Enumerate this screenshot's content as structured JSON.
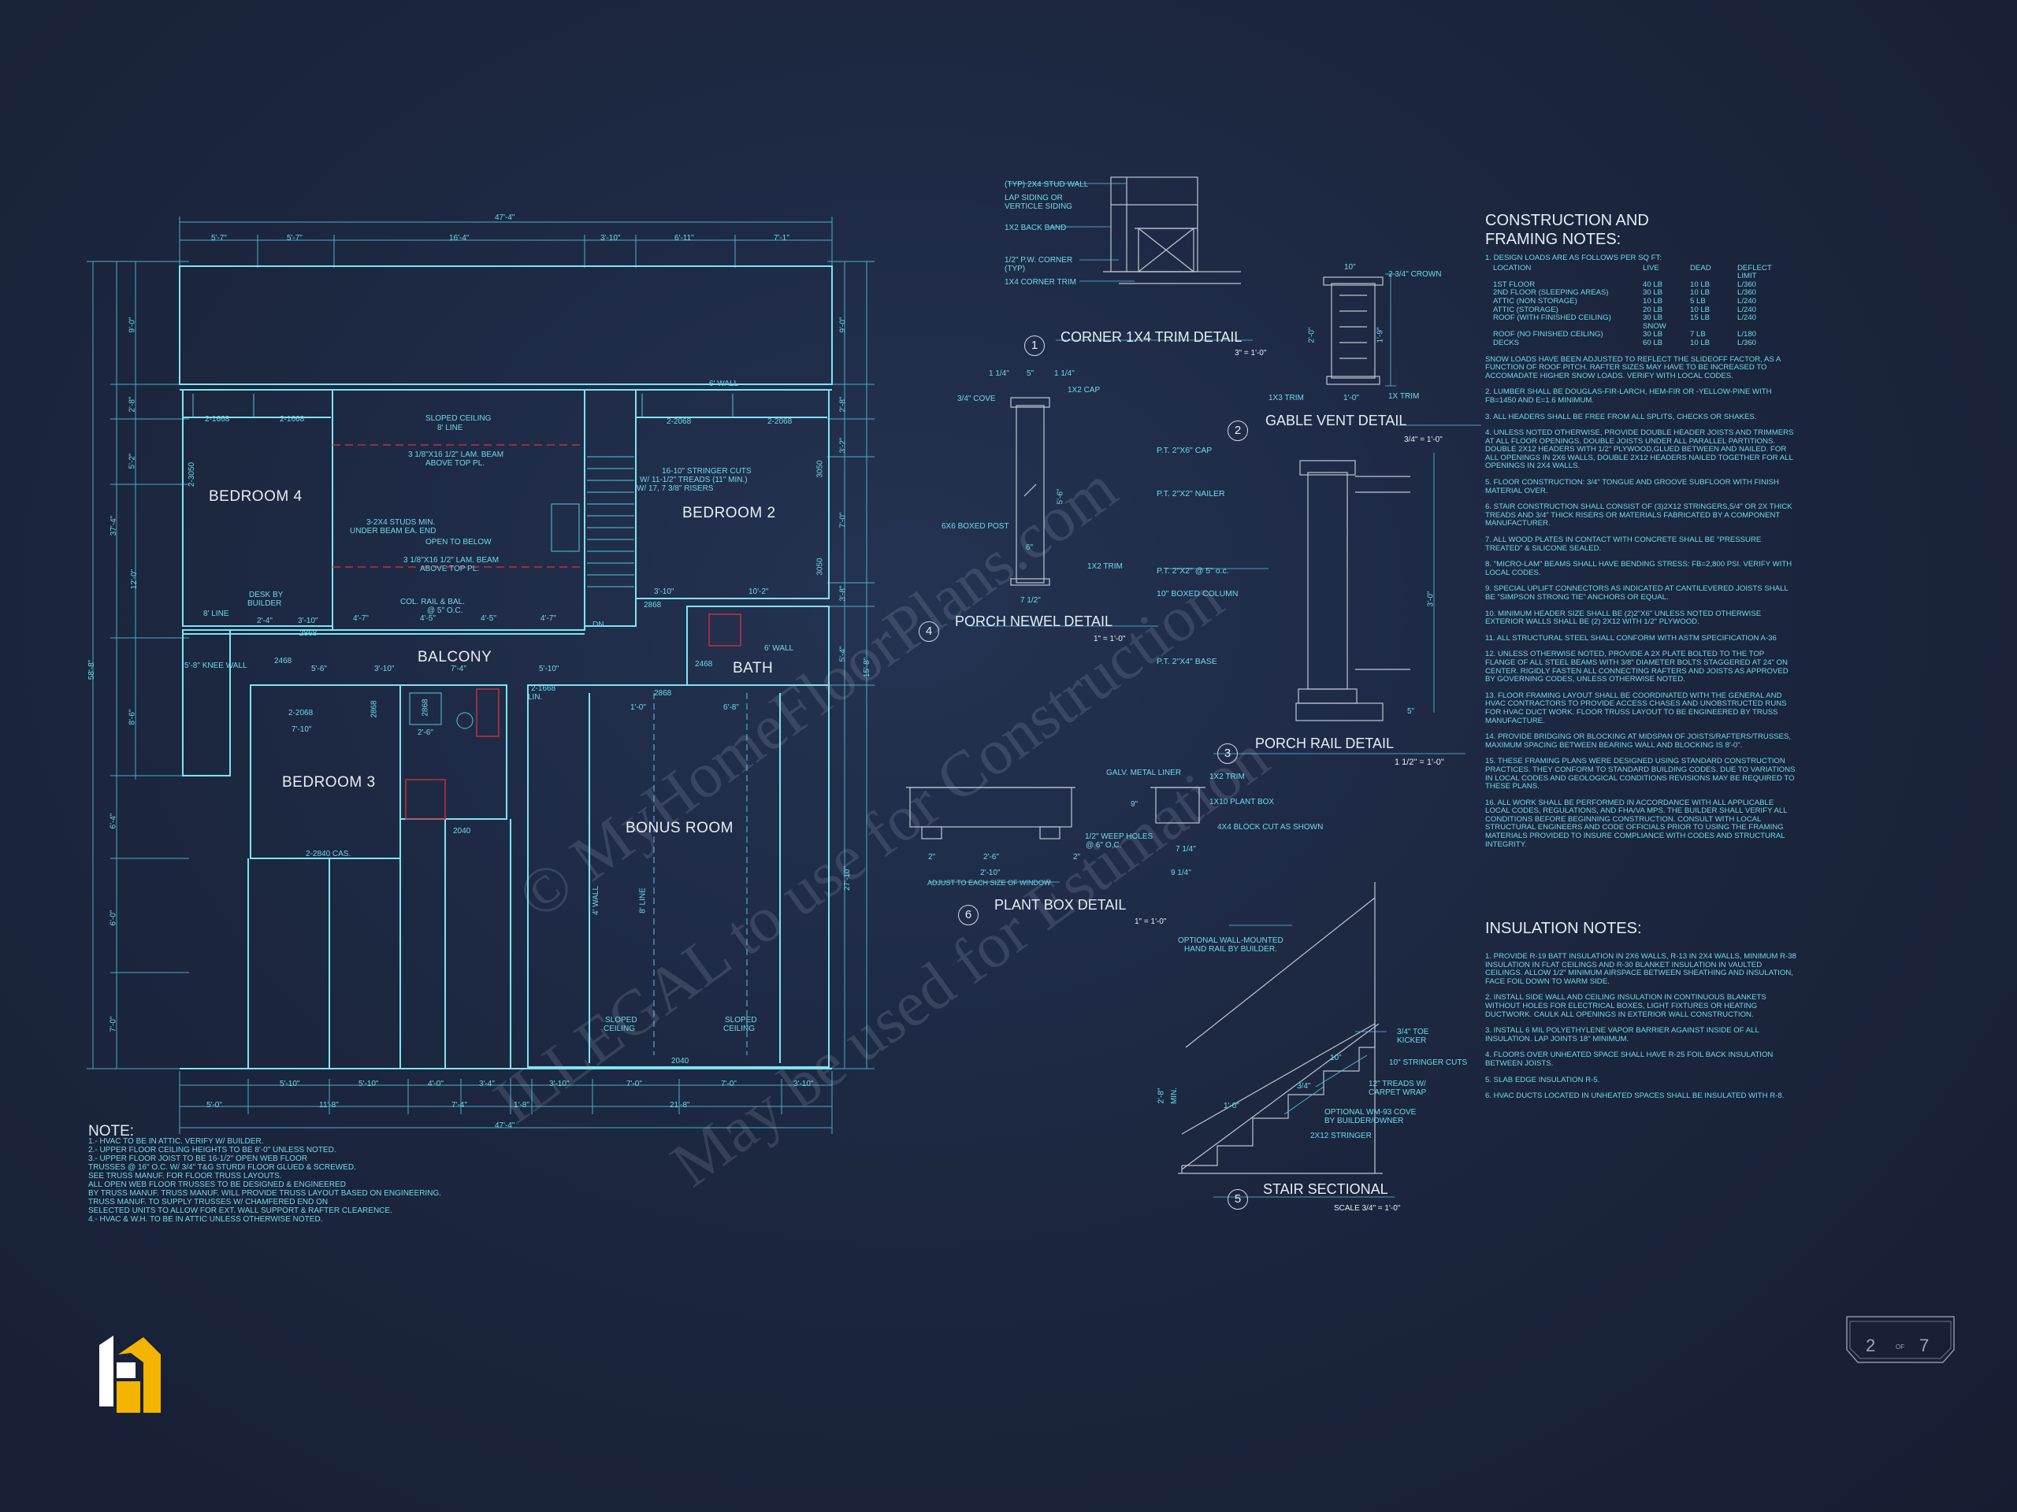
{
  "rooms": {
    "bedroom4": "BEDROOM 4",
    "bedroom2": "BEDROOM 2",
    "bedroom3": "BEDROOM 3",
    "balcony": "BALCONY",
    "bath": "BATH",
    "bonus": "BONUS ROOM"
  },
  "plan_labels": {
    "overall_top": "47'-4\"",
    "overall_bottom": "47'-4\"",
    "top_dims": [
      "5'-7\"",
      "5'-7\"",
      "16'-4\"",
      "3'-10\"",
      "6'-11\"",
      "7'-1\""
    ],
    "bottom_dims1": [
      "5'-10\"",
      "5'-10\"",
      "4'-0\"",
      "3'-4\"",
      "3'-10\"",
      "7'-0\"",
      "7'-0\"",
      "3'-10\""
    ],
    "bottom_dims2": [
      "5'-0\"",
      "11'-8\"",
      "7'-4\"",
      "1'-8\"",
      "21'-8\""
    ],
    "left_dims": [
      "9'-0\"",
      "2'-8\"",
      "5'-2\"",
      "12'-0\"",
      "8'-6\"",
      "6'-4\"",
      "6'-0\"",
      "7'-0\""
    ],
    "left_overall": "37'-4\"",
    "left_outer": "58'-8\"",
    "right_dims": [
      "9'-0\"",
      "2'-8\"",
      "3'-2\"",
      "7'-0\"",
      "3'-8\"",
      "5'-4\""
    ],
    "right_overall": "15'-8\"",
    "right_outer": "27'-10\"",
    "six_wall": "6' WALL",
    "sloped_ceiling_top": "SLOPED CEILING",
    "eight_line": "8' LINE",
    "beam1": "3 1/8\"X16 1/2\" LAM. BEAM",
    "beam1b": "ABOVE TOP PL.",
    "studs": "3-2X4 STUDS MIN.",
    "studs2": "UNDER BEAM EA. END",
    "open_below": "OPEN TO BELOW",
    "beam2": "3 1/8\"X16 1/2\" LAM. BEAM",
    "beam2b": "ABOVE TOP PL.",
    "stringer1": "16-10\" STRINGER CUTS",
    "stringer2": "W/ 11-1/2\" TREADS (11\" MIN.)",
    "stringer3": "W/ 17, 7 3/8\" RISERS",
    "desk": "DESK BY",
    "desk2": "BUILDER",
    "col_rail": "COL. RAIL & BAL.",
    "col_rail2": "@ 5\" O.C.",
    "knee_wall": "5'-8\" KNEE WALL",
    "eight_line2": "8' LINE",
    "dn": "DN",
    "door_a": "2-1668",
    "door_b": "2-1668",
    "door_c": "2-2068",
    "door_d": "2-2068",
    "door_e": "2-3050",
    "door_f": "3050",
    "door_g": "3050",
    "door_h": "2868",
    "door_i": "2868",
    "door_j": "2468",
    "door_k": "2468",
    "door_l": "2-1668",
    "door_m": "2868",
    "door_n": "2-2068",
    "door_o": "2868",
    "door_p": "2868",
    "door_q": "2040",
    "door_r": "2040",
    "cas": "2-2840 CAS.",
    "lin": "LIN.",
    "six_wall2": "6' WALL",
    "four_wall": "4' WALL",
    "eight_line3": "8' LINE",
    "sloped1": "SLOPED",
    "sloped1b": "CEILING",
    "sloped2": "SLOPED",
    "sloped2b": "CEILING",
    "dims_misc": [
      "10'-2\"",
      "3'-10\"",
      "7'-4\"",
      "5'-6\"",
      "3'-10\"",
      "5'-10\"",
      "2'-4\"",
      "3'-10\"",
      "4'-7\"",
      "4'-5\"",
      "4'-5\"",
      "4'-7\"",
      "1'-0\"",
      "6'-8\"",
      "7'-10\"",
      "2'-6\""
    ]
  },
  "details": {
    "d1": {
      "num": "1",
      "title": "CORNER 1X4 TRIM DETAIL",
      "scale": "3\" = 1'-0\"",
      "labels": [
        "(TYP) 2X4 STUD WALL",
        "LAP SIDING OR",
        "VERTICLE SIDING",
        "1X2 BACK BAND",
        "1/2\" P.W. CORNER",
        "(TYP)",
        "1X4 CORNER TRIM"
      ]
    },
    "d2": {
      "num": "2",
      "title": "GABLE VENT DETAIL",
      "scale": "3/4\" = 1'-0\"",
      "labels": [
        "10\"",
        "2 3/4\" CROWN",
        "2'-0\"",
        "1'-9\"",
        "1X3 TRIM",
        "1'-0\"",
        "1X TRIM"
      ]
    },
    "d3": {
      "num": "3",
      "title": "PORCH RAIL DETAIL",
      "scale": "1 1/2\" = 1'-0\"",
      "labels": [
        "P.T. 2\"X6\" CAP",
        "P.T. 2\"X2\" NAILER",
        "P.T. 2\"X2\" @ 5\" o.c.",
        "10\" BOXED COLUMN",
        "P.T. 2\"X4\" BASE",
        "3'-0\"",
        "5\""
      ]
    },
    "d4": {
      "num": "4",
      "title": "PORCH NEWEL DETAIL",
      "scale": "1\" = 1'-0\"",
      "labels": [
        "1 1/4\"",
        "5\"",
        "1 1/4\"",
        "1X2 CAP",
        "3/4\" COVE",
        "6X6 BOXED POST",
        "1X2 TRIM",
        "7 1/2\"",
        "6\"",
        "5'-6\""
      ]
    },
    "d5": {
      "num": "5",
      "title": "STAIR SECTIONAL",
      "scale": "SCALE  3/4\" = 1'-0\"",
      "labels": [
        "OPTIONAL WALL-MOUNTED",
        "HAND RAIL BY BUILDER.",
        "3/4\" TOE",
        "KICKER",
        "10\" STRINGER CUTS",
        "10\"",
        "12\" TREADS W/",
        "CARPET WRAP",
        "OPTIONAL WM-93 COVE",
        "BY BUILDER/OWNER",
        "2X12 STRINGER",
        "1'-0\"",
        "3/4\"",
        "2'-8\"",
        "MIN."
      ]
    },
    "d6": {
      "num": "6",
      "title": "PLANT BOX DETAIL",
      "scale": "1\" = 1'-0\"",
      "labels": [
        "GALV. METAL LINER",
        "1X2 TRIM",
        "1X10 PLANT BOX",
        "4X4 BLOCK CUT AS SHOWN",
        "1/2\" WEEP HOLES",
        "@ 6\" O.C.",
        "9\"",
        "7 1/4\"",
        "9 1/4\"",
        "2\"",
        "2'-6\"",
        "2\"",
        "2'-10\"",
        "ADJUST TO EACH SIZE OF WINDOW"
      ]
    }
  },
  "construction": {
    "heading1": "CONSTRUCTION AND",
    "heading2": "FRAMING NOTES:",
    "loads_intro": "1. DESIGN LOADS ARE AS FOLLOWS PER SQ FT:",
    "loads_header": [
      "LOCATION",
      "LIVE",
      "DEAD",
      "DEFLECT LIMIT"
    ],
    "loads_rows": [
      [
        "1ST FLOOR",
        "40 LB",
        "10 LB",
        "L/360"
      ],
      [
        "2ND FLOOR (SLEEPING AREAS)",
        "30 LB",
        "10 LB",
        "L/360"
      ],
      [
        "ATTIC (NON STORAGE)",
        "10 LB",
        "5 LB",
        "L/240"
      ],
      [
        "ATTIC (STORAGE)",
        "20 LB",
        "10 LB",
        "L/240"
      ],
      [
        "ROOF (WITH FINISHED CEILING)",
        "30 LB SNOW",
        "15 LB",
        "L/240"
      ],
      [
        "ROOF (NO FINISHED CEILING)",
        "30 LB",
        "7 LB",
        "L/180"
      ],
      [
        "DECKS",
        "60 LB",
        "10 LB",
        "L/360"
      ]
    ],
    "notes": [
      "SNOW LOADS HAVE BEEN ADJUSTED TO REFLECT THE SLIDEOFF FACTOR, AS A FUNCTION OF ROOF PITCH. RAFTER SIZES MAY HAVE TO BE INCREASED TO ACCOMADATE HIGHER SNOW LOADS. VERIFY WITH LOCAL CODES.",
      "2. LUMBER SHALL BE DOUGLAS-FIR-LARCH, HEM-FIR OR -YELLOW-PINE WITH FB=1450 AND E=1.6 MINIMUM.",
      "3. ALL HEADERS SHALL BE FREE FROM ALL SPLITS, CHECKS OR SHAKES.",
      "4. UNLESS NOTED OTHERWISE, PROVIDE DOUBLE HEADER JOISTS AND TRIMMERS AT ALL FLOOR OPENINGS. DOUBLE JOISTS UNDER ALL PARALLEL PARTITIONS. DOUBLE 2X12 HEADERS WITH 1/2\" PLYWOOD,GLUED BETWEEN AND NAILED. FOR ALL OPENINGS IN 2X6 WALLS, DOUBLE 2X12 HEADERS NAILED TOGETHER FOR ALL OPENINGS IN 2X4 WALLS.",
      "5. FLOOR CONSTRUCTION: 3/4\" TONGUE AND GROOVE SUBFLOOR WITH FINISH MATERIAL OVER.",
      "6. STAIR CONSTRUCTION SHALL CONSIST OF (3)2X12 STRINGERS,5/4\" OR 2X THICK TREADS AND 3/4\" THICK RISERS OR MATERIALS FABRICATED BY A COMPONENT MANUFACTURER.",
      "7. ALL WOOD PLATES IN CONTACT WITH CONCRETE SHALL BE \"PRESSURE TREATED\" & SILICONE SEALED.",
      "8. \"MICRO-LAM\" BEAMS SHALL HAVE BENDING STRESS: FB=2,800 PSI. VERIFY WITH LOCAL CODES.",
      "9. SPECIAL UPLIFT CONNECTORS AS INDICATED AT CANTILEVERED JOISTS SHALL BE \"SIMPSON STRONG TIE\" ANCHORS OR EQUAL.",
      "10. MINIMUM HEADER SIZE SHALL BE (2)2\"X6\" UNLESS NOTED OTHERWISE EXTERIOR WALLS SHALL BE (2) 2X12 WITH 1/2\" PLYWOOD.",
      "11. ALL STRUCTURAL STEEL SHALL CONFORM WITH ASTM SPECIFICATION A-36",
      "12. UNLESS OTHERWISE NOTED, PROVIDE A 2X PLATE BOLTED TO THE TOP FLANGE OF ALL STEEL BEAMS WITH 3/8\" DIAMETER BOLTS STAGGERED AT 24\" ON CENTER. RIGIDLY FASTEN ALL CONNECTING RAFTERS AND JOISTS AS APPROVED BY GOVERNING CODES, UNLESS OTHERWISE NOTED.",
      "13. FLOOR FRAMING LAYOUT SHALL BE COORDINATED WITH THE GENERAL AND HVAC CONTRACTORS TO PROVIDE ACCESS CHASES AND UNOBSTRUCTED RUNS FOR HVAC DUCT WORK. FLOOR TRUSS LAYOUT TO BE ENGINEERED BY TRUSS MANUFACTURE.",
      "14. PROVIDE BRIDGING OR BLOCKING AT MIDSPAN OF JOISTS/RAFTERS/TRUSSES, MAXIMUM SPACING BETWEEN BEARING WALL AND BLOCKING IS 8'-0\".",
      "15. THESE FRAMING PLANS WERE DESIGNED USING STANDARD CONSTRUCTION PRACTICES. THEY CONFORM TO STANDARD BUILDING CODES. DUE TO VARIATIONS IN LOCAL CODES AND GEOLOGICAL CONDITIONS REVISIONS MAY BE REQUIRED TO THESE PLANS.",
      "16. ALL WORK SHALL BE PERFORMED IN ACCORDANCE WITH ALL APPLICABLE LOCAL CODES, REGULATIONS, AND FHA/VA MPS. THE BUILDER SHALL VERIFY ALL CONDITIONS BEFORE BEGINNING CONSTRUCTION. CONSULT WITH LOCAL STRUCTURAL ENGINEERS AND CODE OFFICIALS PRIOR TO USING THE FRAMING MATERIALS PROVIDED TO INSURE COMPLIANCE WITH CODES AND STRUCTURAL INTEGRITY."
    ]
  },
  "insulation": {
    "heading": "INSULATION NOTES:",
    "notes": [
      "1. PROVIDE R-19 BATT INSULATION IN 2X6 WALLS, R-13 IN 2X4 WALLS, MINIMUM R-38 INSULATION IN FLAT CEILINGS AND R-30 BLANKET INSULATION IN VAULTED CEILINGS. ALLOW 1/2\" MINIMUM AIRSPACE BETWEEN SHEATHING AND INSULATION, FACE FOIL DOWN TO WARM SIDE.",
      "2. INSTALL SIDE WALL AND CEILING INSULATION IN CONTINUOUS BLANKETS  WITHOUT HOLES FOR ELECTRICAL BOXES, LIGHT FIXTURES OR HEATING DUCTWORK. CAULK ALL OPENINGS IN EXTERIOR WALL CONSTRUCTION.",
      "3. INSTALL 6 MIL POLYETHYLENE VAPOR BARRIER AGAINST INSIDE OF ALL INSULATION. LAP JOINTS 18\" MINIMUM.",
      "4. FLOORS OVER UNHEATED SPACE SHALL HAVE R-25 FOIL BACK INSULATION BETWEEN JOISTS.",
      "5. SLAB EDGE INSULATION R-5.",
      "6. HVAC DUCTS LOCATED IN UNHEATED SPACES SHALL BE INSULATED WITH R-8."
    ]
  },
  "plan_note": {
    "heading": "NOTE:",
    "lines": [
      "1.- HVAC TO BE IN ATTIC. VERIFY W/ BUILDER.",
      "2.- UPPER FLOOR CEILING HEIGHTS TO BE 8'-0\" UNLESS NOTED.",
      "3.- UPPER FLOOR JOIST TO BE 16-1/2\" OPEN WEB FLOOR",
      " TRUSSES @ 16\" O.C. W/ 3/4\" T&G STURDI FLOOR GLUED & SCREWED.",
      " SEE TRUSS MANUF. FOR FLOOR TRUSS LAYOUTS.",
      " ALL OPEN WEB FLOOR TRUSSES TO BE DESIGNED & ENGINEERED",
      "BY TRUSS MANUF. TRUSS MANUF. WILL PROVIDE TRUSS LAYOUT BASED ON ENGINEERING.",
      "TRUSS MANUF. TO SUPPLY TRUSSES W/ CHAMFERED END ON",
      "SELECTED UNITS TO ALLOW FOR EXT. WALL SUPPORT & RAFTER CLEARENCE.",
      "4.- HVAC & W.H. TO BE IN ATTIC UNLESS OTHERWISE NOTED."
    ]
  },
  "watermark": {
    "line1": "© MyHomeFloorPlans.com",
    "line2": "ILLEGAL to use for Construction",
    "line3": "May be used for Estimation"
  },
  "page_indicator": {
    "current": "2",
    "of": "OF",
    "total": "7"
  },
  "colors": {
    "background": "#1c2740",
    "line": "#4fc8dc",
    "text_cyan": "#6fd9e8",
    "text_white": "#e4edf5",
    "logo_yellow": "#f5b400",
    "red_accent": "#c0303a"
  }
}
